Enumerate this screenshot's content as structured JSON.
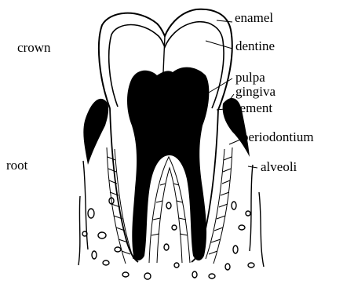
{
  "labels": {
    "enamel": "enamel",
    "dentine": "dentine",
    "pulpa": "pulpa",
    "gingiva": "gingiva",
    "cement": "cement",
    "periodontium": "periodontium",
    "alveoli": "alveoli",
    "crown": "crown",
    "root": "root"
  },
  "colors": {
    "ink": "#000000",
    "background": "#ffffff"
  }
}
